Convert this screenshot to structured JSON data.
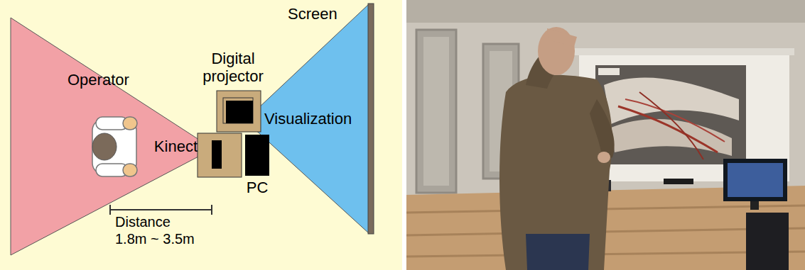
{
  "diagram": {
    "nodes": [
      {
        "text": [
          "Operator"
        ]
      },
      {
        "text": [
          "Visualization"
        ]
      },
      {
        "text": [
          "Digital projector"
        ]
      },
      {
        "text": [
          "Kinect"
        ]
      },
      {
        "text": [
          "PC"
        ]
      },
      {
        "text": [
          "Screen"
        ]
      }
    ],
    "labels": [
      "Distance 1.8m ~ 3.5m"
    ]
  }
}
